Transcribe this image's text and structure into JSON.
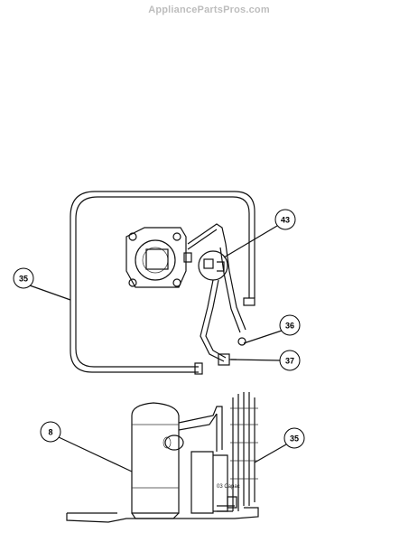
{
  "watermark": "AppliancePartsPros.com",
  "callouts": [
    {
      "id": "c43",
      "label": "43"
    },
    {
      "id": "c35a",
      "label": "35"
    },
    {
      "id": "c36",
      "label": "36"
    },
    {
      "id": "c37",
      "label": "37"
    },
    {
      "id": "c8",
      "label": "8"
    },
    {
      "id": "c35b",
      "label": "35"
    }
  ],
  "part_text": {
    "compressor_mark": "03 Capac"
  }
}
